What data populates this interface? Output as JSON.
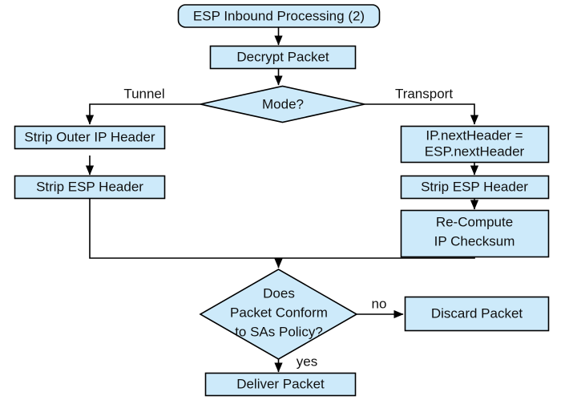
{
  "diagram": {
    "title": "ESP Inbound Processing (2)",
    "type": "flowchart",
    "colors": {
      "node_fill": "#cdeafa",
      "node_stroke": "#000000",
      "text": "#111111",
      "background": "#ffffff"
    },
    "nodes": {
      "start": {
        "label": "ESP Inbound Processing (2)",
        "shape": "rounded-rectangle"
      },
      "decrypt": {
        "label": "Decrypt Packet",
        "shape": "rectangle"
      },
      "mode": {
        "label": "Mode?",
        "shape": "diamond"
      },
      "strip_outer_ip": {
        "label": "Strip Outer IP Header",
        "shape": "rectangle"
      },
      "strip_esp_left": {
        "label": "Strip ESP Header",
        "shape": "rectangle"
      },
      "next_header": {
        "line1": "IP.nextHeader =",
        "line2": "ESP.nextHeader",
        "shape": "rectangle"
      },
      "strip_esp_right": {
        "label": "Strip ESP Header",
        "shape": "rectangle"
      },
      "recompute": {
        "line1": "Re-Compute",
        "line2": "IP Checksum",
        "shape": "rectangle"
      },
      "conform": {
        "line1": "Does",
        "line2": "Packet Conform",
        "line3": "to SAs Policy?",
        "shape": "diamond"
      },
      "discard": {
        "label": "Discard Packet",
        "shape": "rectangle"
      },
      "deliver": {
        "label": "Deliver Packet",
        "shape": "rectangle"
      }
    },
    "edge_labels": {
      "tunnel": "Tunnel",
      "transport": "Transport",
      "no": "no",
      "yes": "yes"
    }
  }
}
